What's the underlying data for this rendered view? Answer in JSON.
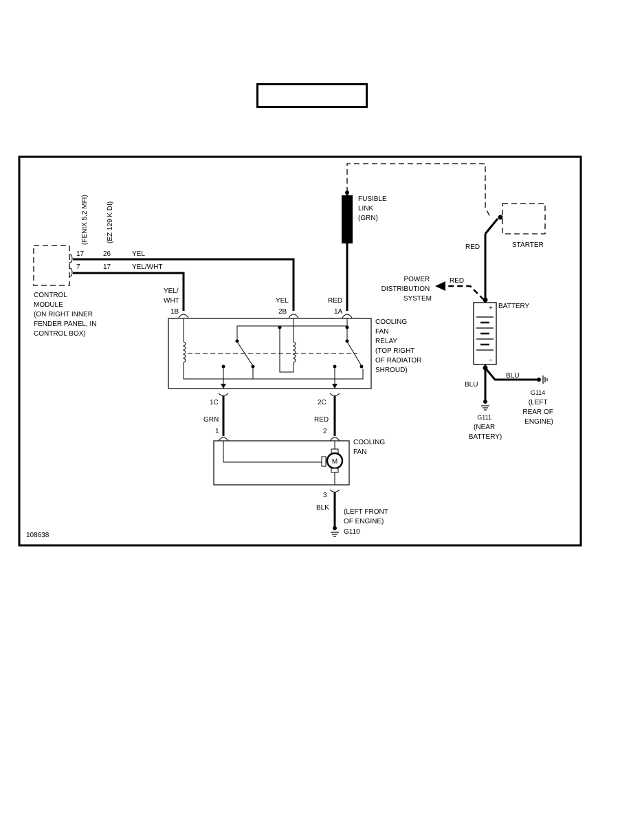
{
  "title_box": {
    "text": ""
  },
  "figure_number": "108638",
  "control_module": {
    "label": [
      "CONTROL",
      "MODULE",
      "(ON RIGHT INNER",
      "FENDER PANEL, IN",
      "CONTROL BOX)"
    ],
    "variant_fenix": "(FENIX 5.2 MFI)",
    "variant_ez": "(EZ 129 K DI)"
  },
  "wires": {
    "yel": {
      "pin_fenix": "17",
      "pin_ez": "26",
      "color": "YEL"
    },
    "yel_wht": {
      "pin_fenix": "7",
      "pin_ez": "17",
      "color": "YEL/WHT"
    }
  },
  "relay_pins": {
    "p1b": {
      "color_line1": "YEL/",
      "color_line2": "WHT",
      "pin": "1B"
    },
    "p2b": {
      "color": "YEL",
      "pin": "2B"
    },
    "p1a": {
      "color": "RED",
      "pin": "1A"
    },
    "p1c": {
      "pin": "1C",
      "color": "GRN"
    },
    "p2c": {
      "pin": "2C",
      "color": "RED"
    }
  },
  "relay": {
    "label": [
      "COOLING",
      "FAN",
      "RELAY",
      "(TOP RIGHT",
      "OF RADIATOR",
      "SHROUD)"
    ]
  },
  "fusible_link": {
    "label": [
      "FUSIBLE",
      "LINK",
      "(GRN)"
    ]
  },
  "starter": {
    "label": "STARTER",
    "wire_color": "RED"
  },
  "power_distribution": {
    "label": [
      "POWER",
      "DISTRIBUTION",
      "SYSTEM"
    ],
    "wire_color": "RED"
  },
  "battery": {
    "label": "BATTERY",
    "plus": "+",
    "minus": "−"
  },
  "battery_ground": {
    "wire_left": "BLU",
    "wire_right": "BLU",
    "g111": [
      "G111",
      "(NEAR",
      "BATTERY)"
    ],
    "g114": [
      "G114",
      "(LEFT",
      "REAR OF",
      "ENGINE)"
    ]
  },
  "fan": {
    "label": [
      "COOLING",
      "FAN"
    ],
    "motor_letter": "M",
    "pin1": "1",
    "pin2": "2",
    "pin3": "3",
    "ground_wire": "BLK",
    "ground_location": [
      "(LEFT FRONT",
      "OF ENGINE)"
    ],
    "ground_id": "G110"
  }
}
